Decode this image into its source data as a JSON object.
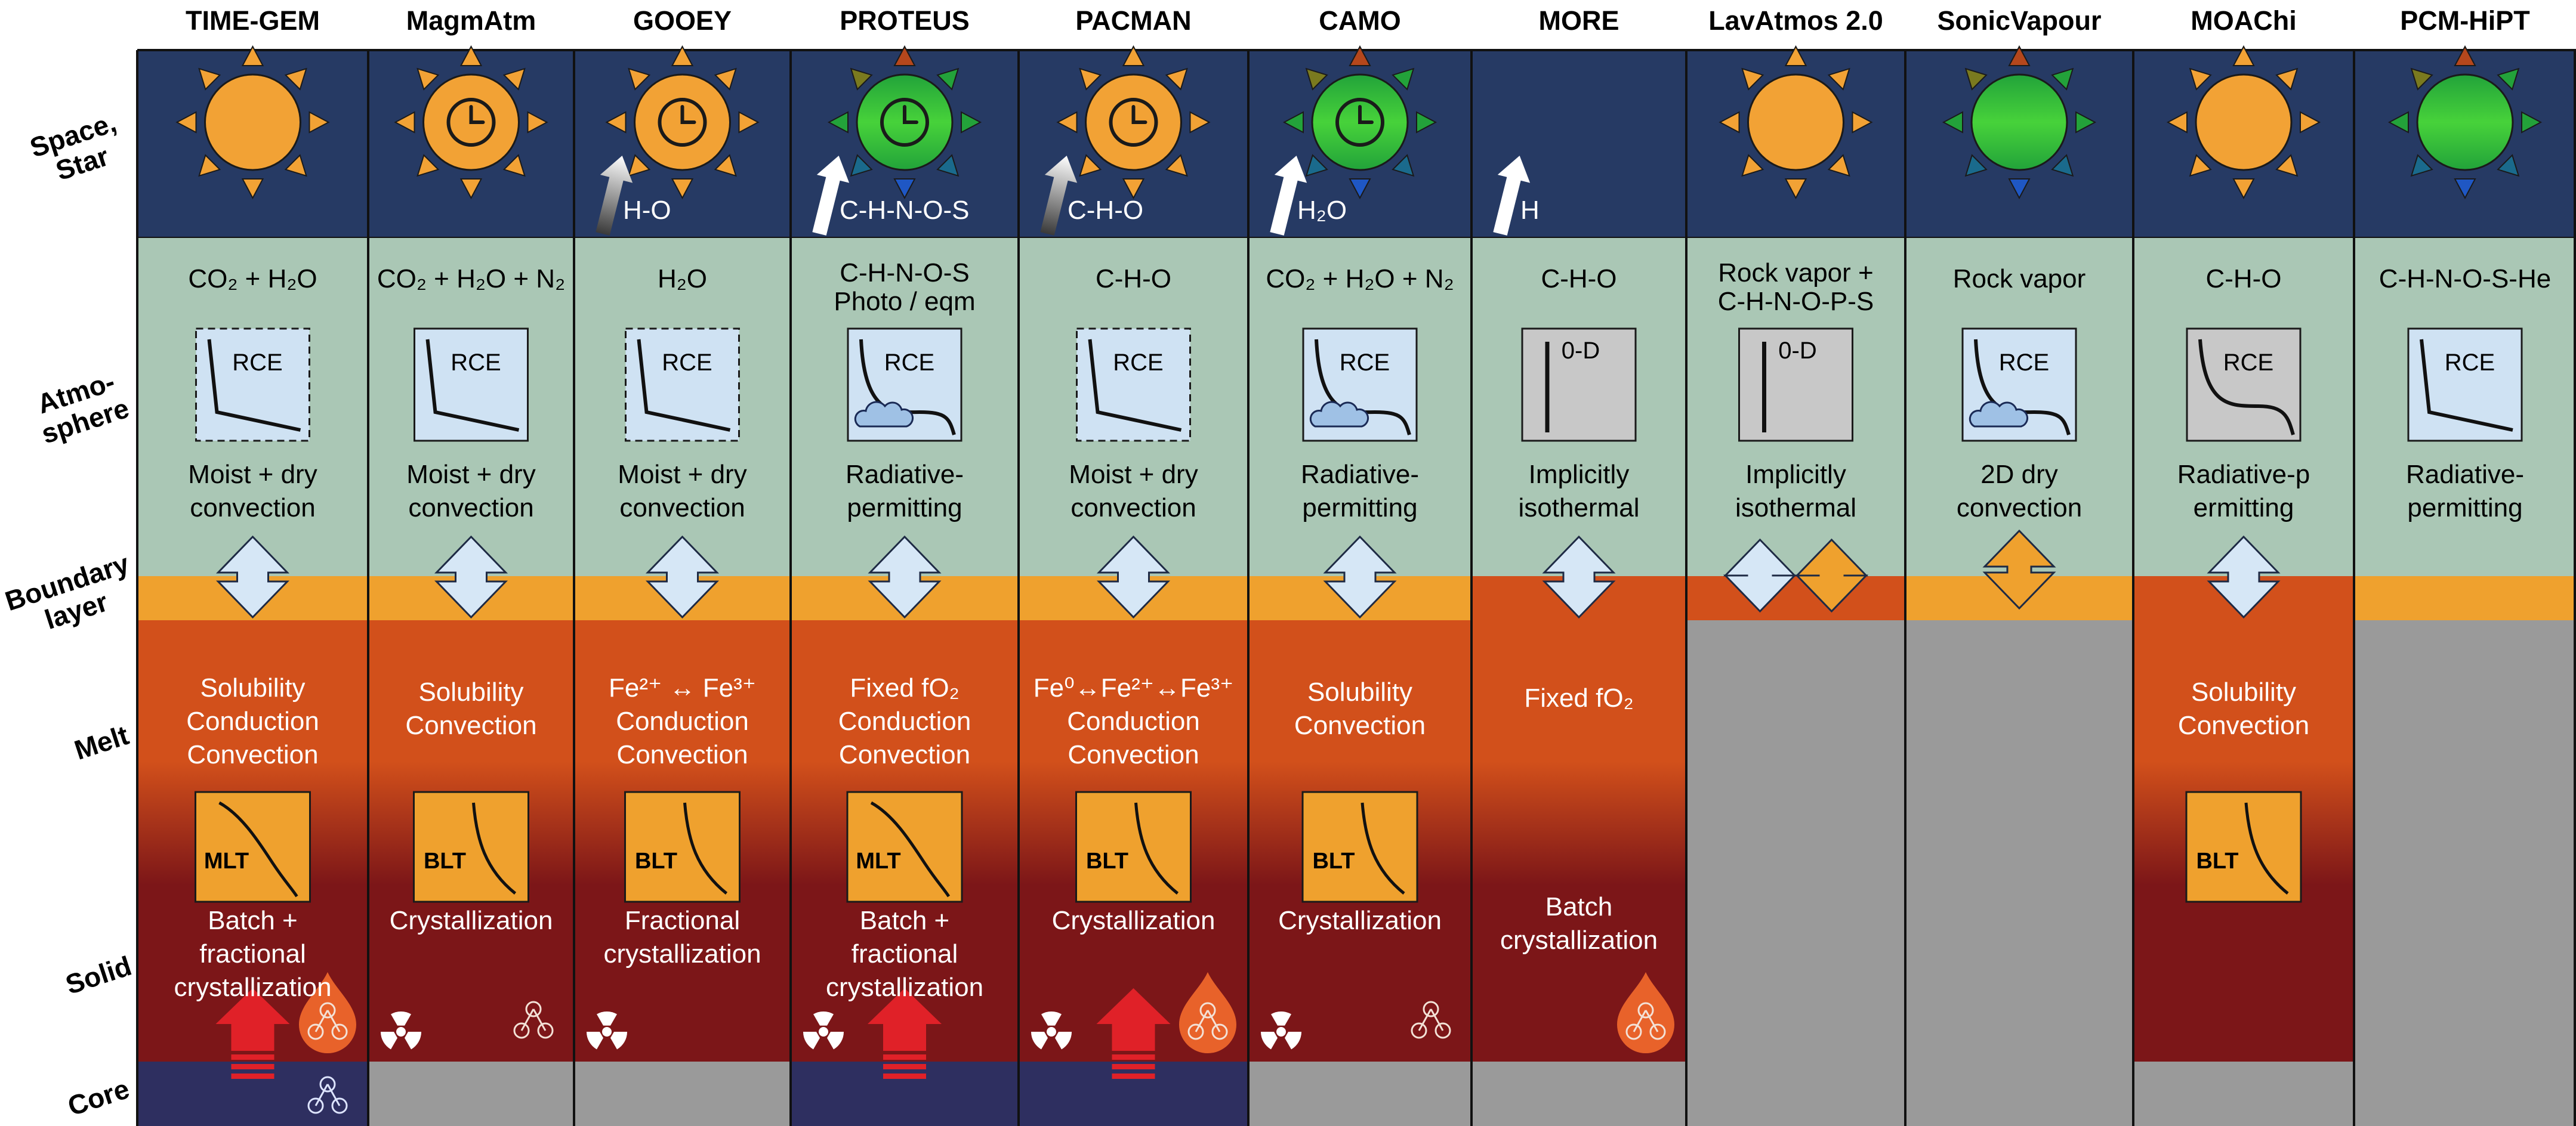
{
  "row_labels": {
    "space": [
      "Space,",
      "Star"
    ],
    "atmosphere": [
      "Atmo-",
      "sphere"
    ],
    "boundary": [
      "Boundary",
      "layer"
    ],
    "melt": "Melt",
    "solid": "Solid",
    "core": "Core"
  },
  "legend": {
    "rce_label": "RCE",
    "zero_d_label": "0-D"
  },
  "colors": {
    "space": "#263a64",
    "atmosphere": "#aac7b5",
    "boundary": "#efa12e",
    "melt": "#d2501b",
    "solid": "#7c1618",
    "core_dark": "#2e2f60",
    "core_grey": "#9a9a9a",
    "sun": "#f2a235",
    "arrow": "#d6e7f6",
    "radio": "#ffffff",
    "heat": "#e02128"
  },
  "models": [
    {
      "name": "TIME-GEM",
      "star": "orange",
      "clock": false,
      "escape": null,
      "atm_lines": [
        "CO₂ + H₂O"
      ],
      "atm_icon": "rce-dashed",
      "cloud": false,
      "conv": [
        "Moist + dry",
        "convection"
      ],
      "boundary": "orange",
      "exchange": "single",
      "melt": [
        "Solubility",
        "Conduction",
        "Convection"
      ],
      "lt": "MLT",
      "solid": [
        "Batch +",
        "fractional",
        "crystallization"
      ],
      "radio": false,
      "heat": true,
      "solid_drop": true,
      "core": "dark",
      "core_mol": true
    },
    {
      "name": "MagmAtm",
      "star": "orange",
      "clock": true,
      "escape": null,
      "atm_lines": [
        "CO₂ + H₂O + N₂"
      ],
      "atm_icon": "rce",
      "cloud": false,
      "conv": [
        "Moist + dry",
        "convection"
      ],
      "boundary": "orange",
      "exchange": "single",
      "melt": [
        "Solubility",
        "Convection"
      ],
      "lt": "BLT",
      "solid": [
        "Crystallization"
      ],
      "radio": true,
      "heat": false,
      "solid_mol": true,
      "core": "grey"
    },
    {
      "name": "GOOEY",
      "star": "orange",
      "clock": true,
      "escape": {
        "label": "H-O",
        "style": "grey"
      },
      "atm_lines": [
        "H₂O"
      ],
      "atm_icon": "rce-dashed",
      "cloud": false,
      "conv": [
        "Moist + dry",
        "convection"
      ],
      "boundary": "orange",
      "exchange": "single",
      "melt": [
        "Fe²⁺ ↔ Fe³⁺",
        "Conduction",
        "Convection"
      ],
      "lt": "BLT",
      "solid": [
        "Fractional",
        "crystallization"
      ],
      "radio": true,
      "heat": false,
      "core": "grey"
    },
    {
      "name": "PROTEUS",
      "star": "green",
      "clock": true,
      "escape": {
        "label": "C-H-N-O-S",
        "style": "white"
      },
      "atm_lines": [
        "C-H-N-O-S",
        "Photo / eqm"
      ],
      "atm_icon": "rce",
      "cloud": true,
      "conv": [
        "Radiative-",
        "permitting"
      ],
      "boundary": "orange",
      "exchange": "single",
      "melt": [
        "Fixed fO₂",
        "Conduction",
        "Convection"
      ],
      "lt": "MLT",
      "solid": [
        "Batch +",
        "fractional",
        "crystallization"
      ],
      "radio": true,
      "heat": true,
      "core": "dark"
    },
    {
      "name": "PACMAN",
      "star": "orange",
      "clock": true,
      "escape": {
        "label": "C-H-O",
        "style": "grey"
      },
      "atm_lines": [
        "C-H-O"
      ],
      "atm_icon": "rce-dashed",
      "cloud": false,
      "conv": [
        "Moist + dry",
        "convection"
      ],
      "boundary": "orange",
      "exchange": "single",
      "melt": [
        "Fe⁰↔Fe²⁺↔Fe³⁺",
        "Conduction",
        "Convection"
      ],
      "lt": "BLT",
      "solid": [
        "Crystallization"
      ],
      "radio": true,
      "heat": true,
      "solid_drop": true,
      "core": "dark"
    },
    {
      "name": "CAMO",
      "star": "green",
      "clock": true,
      "escape": {
        "label": "H₂O",
        "style": "white"
      },
      "atm_lines": [
        "CO₂ + H₂O + N₂"
      ],
      "atm_icon": "rce",
      "cloud": true,
      "conv": [
        "Radiative-",
        "permitting"
      ],
      "boundary": "orange",
      "exchange": "single",
      "melt": [
        "Solubility",
        "Convection"
      ],
      "lt": "BLT",
      "solid": [
        "Crystallization"
      ],
      "radio": true,
      "heat": false,
      "solid_mol": true,
      "core": "grey"
    },
    {
      "name": "MORE",
      "star": null,
      "clock": false,
      "escape": {
        "label": "H",
        "style": "white"
      },
      "atm_lines": [
        "C-H-O"
      ],
      "atm_icon": "0d",
      "cloud": false,
      "conv": [
        "Implicitly",
        "isothermal"
      ],
      "boundary": "melt",
      "exchange": "single",
      "melt": [
        "Fixed fO₂"
      ],
      "lt": null,
      "solid": [
        "Batch",
        "crystallization"
      ],
      "radio": false,
      "heat": false,
      "solid_drop": true,
      "core": "grey"
    },
    {
      "name": "LavAtmos 2.0",
      "star": "orange",
      "clock": false,
      "escape": null,
      "atm_lines": [
        "Rock vapor +",
        "C-H-N-O-P-S"
      ],
      "atm_icon": "0d",
      "cloud": false,
      "conv": [
        "Implicitly",
        "isothermal"
      ],
      "boundary": "melt",
      "exchange": "double",
      "melt": [],
      "lt": null,
      "solid": [],
      "radio": false,
      "heat": false,
      "core": "grey",
      "interior_grey": true
    },
    {
      "name": "SonicVapour",
      "star": "green",
      "clock": false,
      "escape": null,
      "atm_lines": [
        "Rock vapor"
      ],
      "atm_icon": "rce",
      "cloud": true,
      "conv": [
        "2D dry",
        "convection"
      ],
      "boundary": "orange",
      "exchange": "orange",
      "melt": [],
      "lt": null,
      "solid": [],
      "radio": false,
      "heat": false,
      "core": "grey",
      "interior_grey": true
    },
    {
      "name": "MOAChi",
      "star": "orange",
      "clock": false,
      "escape": null,
      "atm_lines": [
        "C-H-O"
      ],
      "atm_icon": "rce-grey",
      "cloud": false,
      "conv": [
        "Radiative-p",
        "ermitting"
      ],
      "boundary": "melt",
      "exchange": "single",
      "melt": [
        "Solubility",
        "Convection"
      ],
      "lt": "BLT",
      "solid": [],
      "radio": false,
      "heat": false,
      "core": "grey"
    },
    {
      "name": "PCM-HiPT",
      "star": "green",
      "clock": false,
      "escape": null,
      "atm_lines": [
        "C-H-N-O-S-He"
      ],
      "atm_icon": "rce",
      "cloud": false,
      "conv": [
        "Radiative-",
        "permitting"
      ],
      "boundary": "orange",
      "exchange": "none",
      "melt": [],
      "lt": null,
      "solid": [],
      "radio": false,
      "heat": false,
      "core": "grey",
      "interior_grey": true
    }
  ]
}
